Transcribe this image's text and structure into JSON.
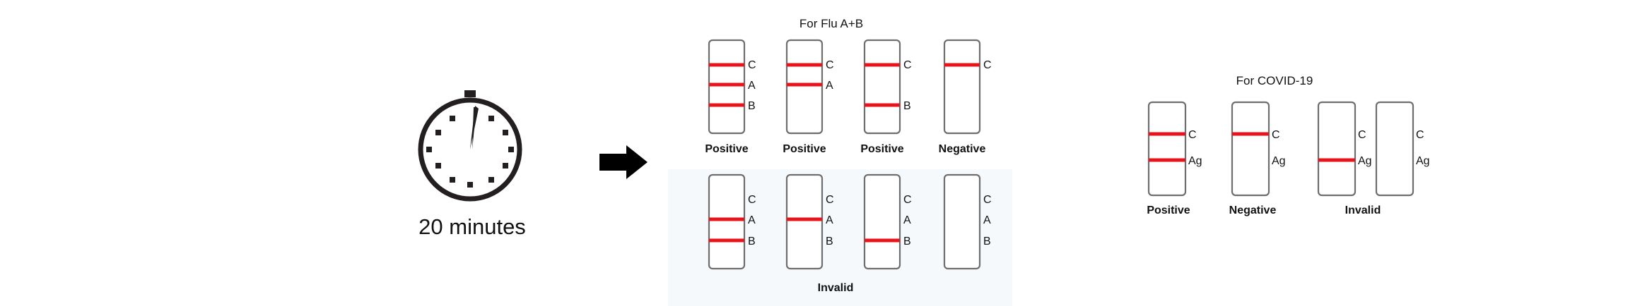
{
  "colors": {
    "line": "#e8141b",
    "strip": "#6e6e6e",
    "panel": "#f5f9fc",
    "text": "#111111"
  },
  "timer": {
    "icon": "stopwatch-icon",
    "label": "20 minutes"
  },
  "arrow": {
    "icon": "arrow-right-icon"
  },
  "flu": {
    "title": "For Flu A+B",
    "top_row": [
      {
        "label": "Positive",
        "lines": [
          "C",
          "A",
          "B"
        ]
      },
      {
        "label": "Positive",
        "lines": [
          "C",
          "A"
        ]
      },
      {
        "label": "Positive",
        "lines": [
          "C",
          "B"
        ]
      },
      {
        "label": "Negative",
        "lines": [
          "C"
        ]
      }
    ],
    "bottom_row": [
      {
        "lines": [
          "A",
          "B"
        ]
      },
      {
        "lines": [
          "A"
        ]
      },
      {
        "lines": [
          "B"
        ]
      },
      {
        "lines": []
      }
    ],
    "bottom_caption": "Invalid",
    "markers": [
      "C",
      "A",
      "B"
    ]
  },
  "covid": {
    "title": "For COVID-19",
    "strips": [
      {
        "lines": [
          "C",
          "Ag"
        ]
      },
      {
        "lines": [
          "C"
        ]
      },
      {
        "lines": [
          "Ag"
        ]
      },
      {
        "lines": []
      }
    ],
    "labels": [
      "Positive",
      "Negative",
      "Invalid"
    ],
    "markers": [
      "C",
      "Ag"
    ]
  }
}
